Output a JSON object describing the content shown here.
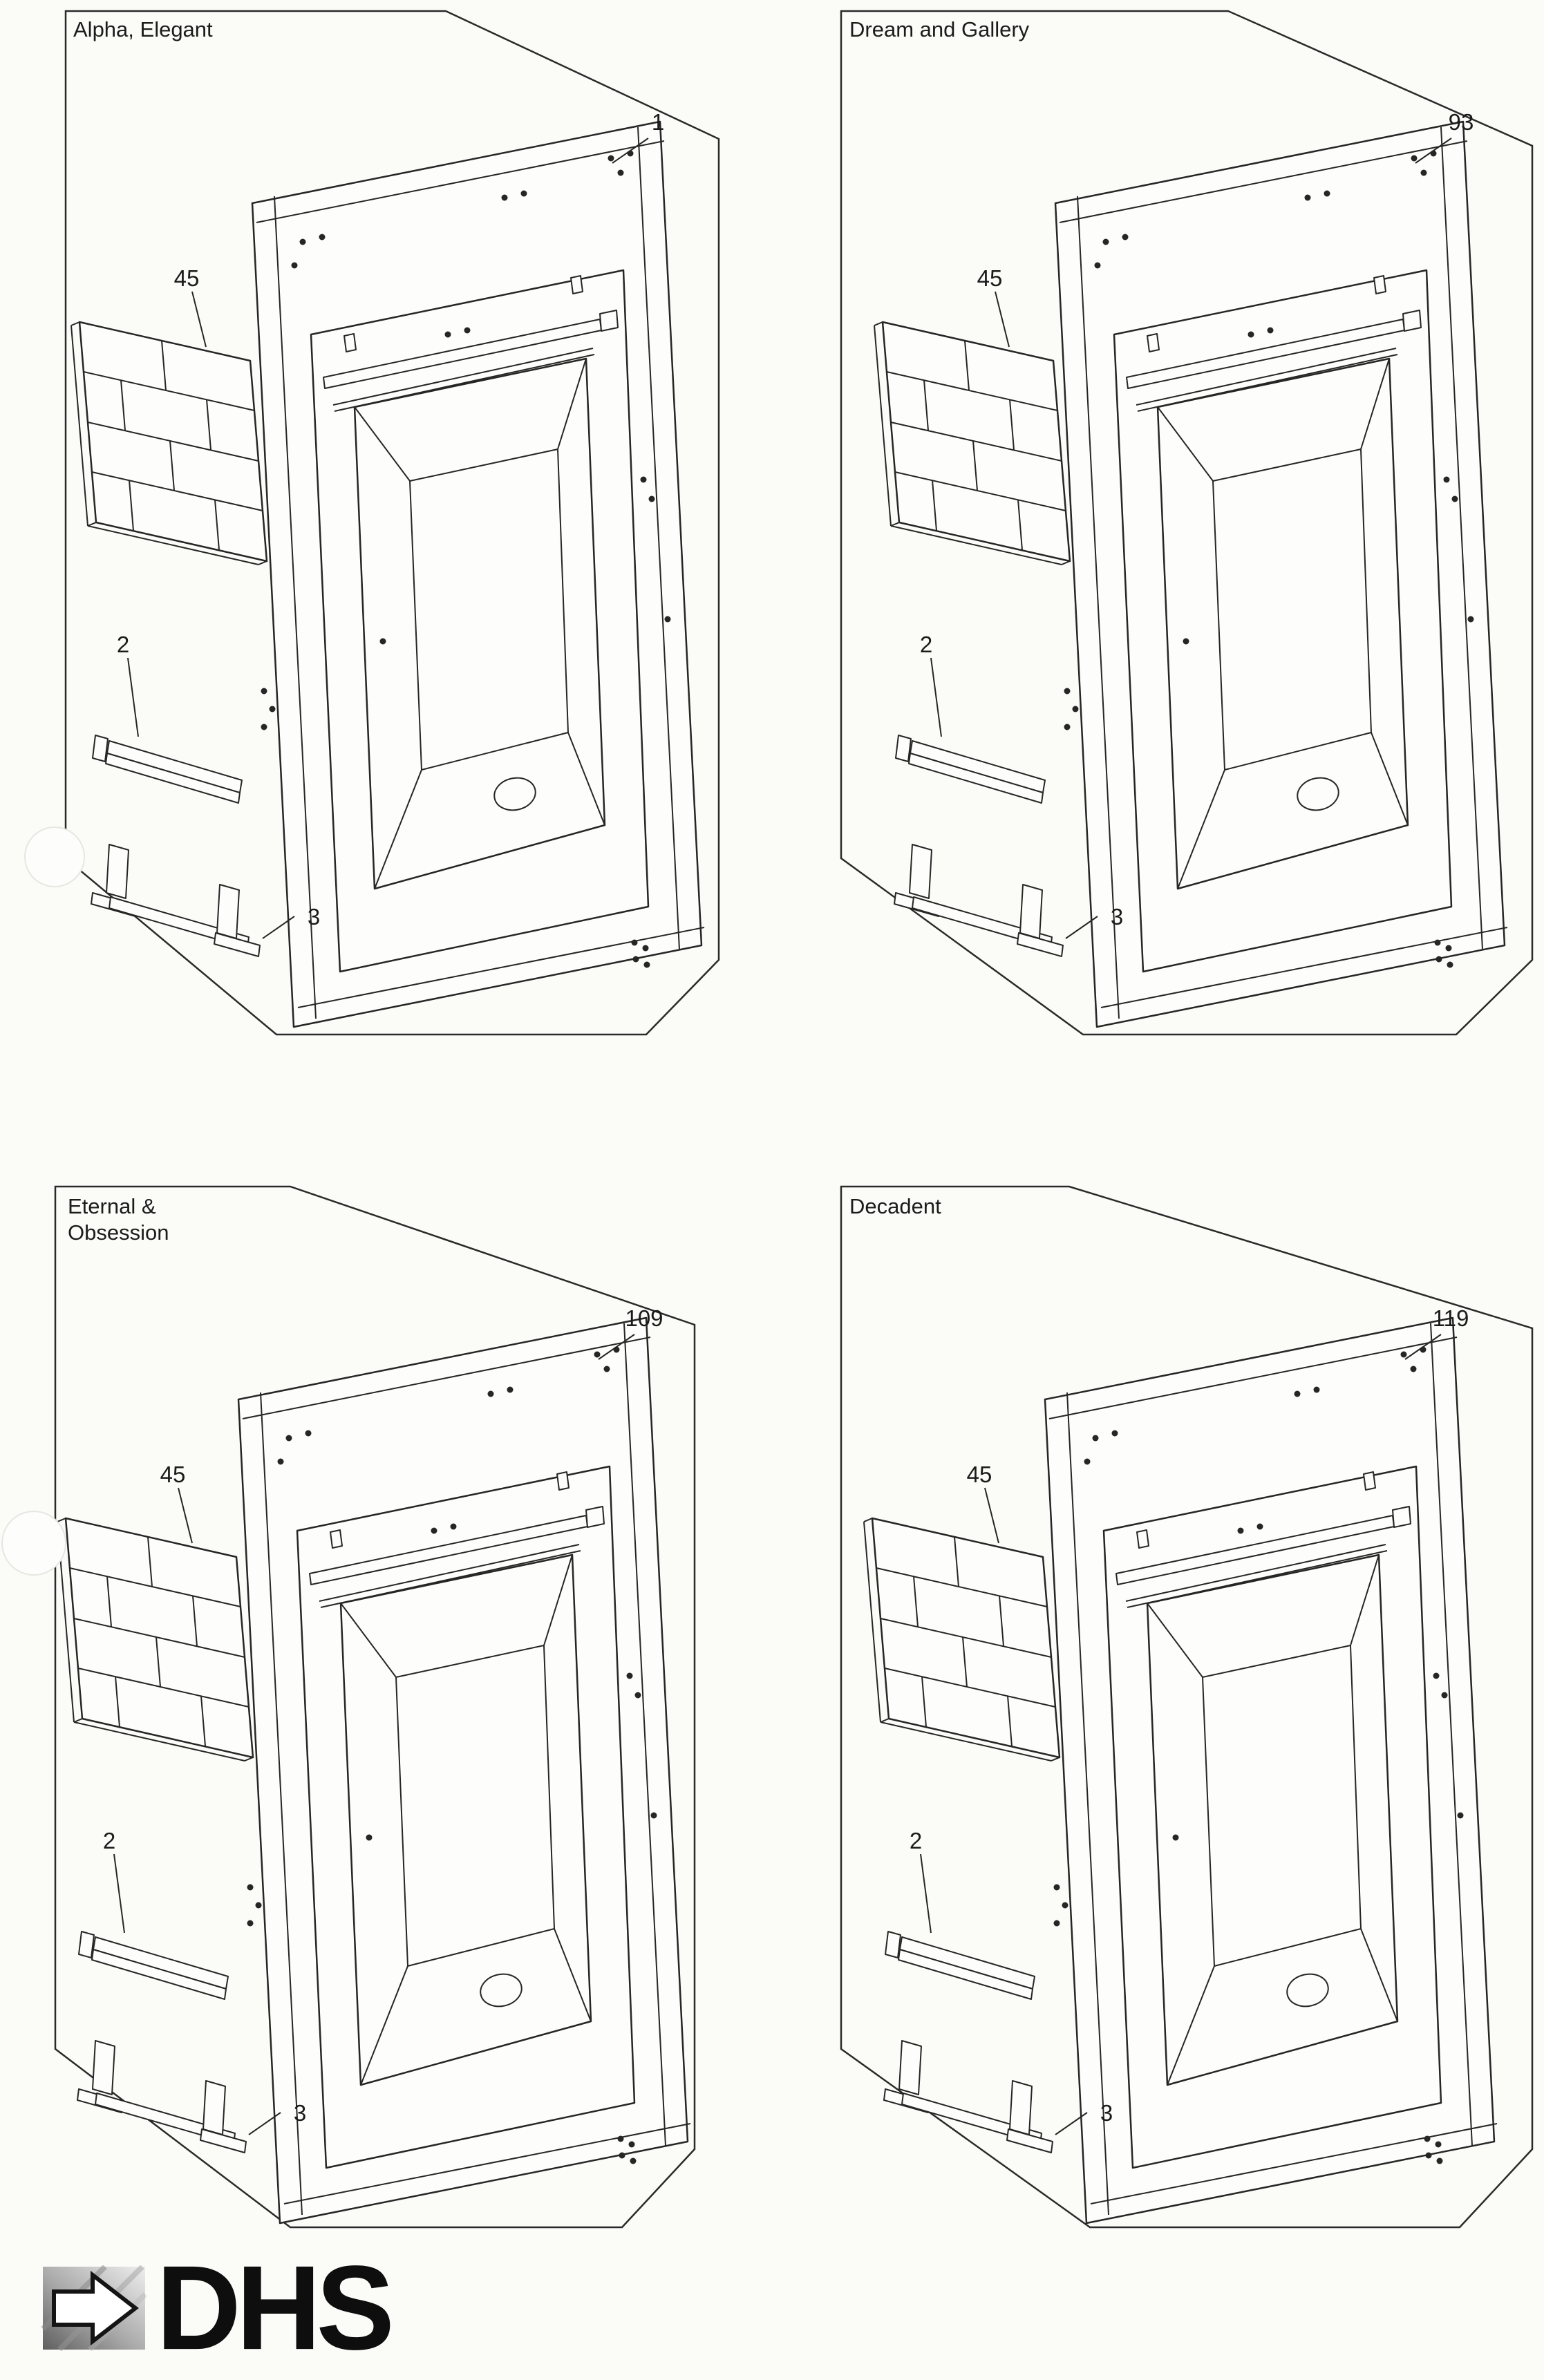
{
  "page": {
    "ink_color": "#262626",
    "paper_color": "#fbfbf8"
  },
  "panels": [
    {
      "title": "Alpha, Elegant",
      "callouts": {
        "assembly": "1",
        "brick_panel": "45",
        "top_bracket": "2",
        "base_bracket": "3"
      }
    },
    {
      "title": "Dream and Gallery",
      "callouts": {
        "assembly": "93",
        "brick_panel": "45",
        "top_bracket": "2",
        "base_bracket": "3"
      }
    },
    {
      "title": "Eternal & Obsession",
      "callouts": {
        "assembly": "109",
        "brick_panel": "45",
        "top_bracket": "2",
        "base_bracket": "3"
      }
    },
    {
      "title": "Decadent",
      "callouts": {
        "assembly": "119",
        "brick_panel": "45",
        "top_bracket": "2",
        "base_bracket": "3"
      }
    }
  ],
  "logo": {
    "text": "DHS",
    "icon": "arrow-right-icon"
  }
}
